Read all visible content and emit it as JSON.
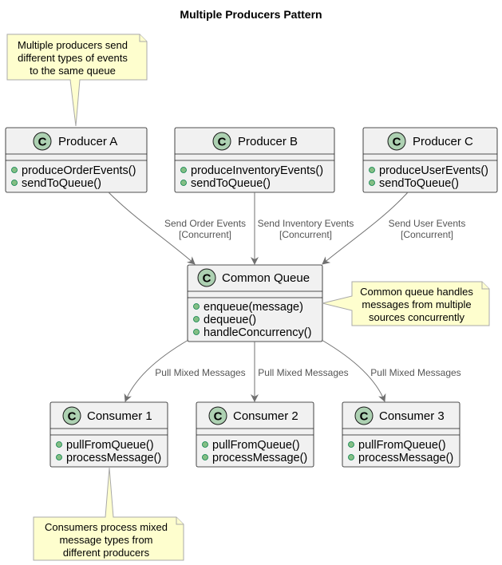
{
  "title": "Multiple Producers Pattern",
  "stereotype_letter": "C",
  "colors": {
    "class_fill": "#f1f1f1",
    "class_border": "#181818",
    "class_circle": "#add1b2",
    "member_bullet": "#84be84",
    "note_fill": "#fefece",
    "note_border": "#a9a9a9",
    "arrow": "#707070",
    "edge_label": "#555555"
  },
  "classes": {
    "producer_a": {
      "name": "Producer A",
      "members": [
        "produceOrderEvents()",
        "sendToQueue()"
      ]
    },
    "producer_b": {
      "name": "Producer B",
      "members": [
        "produceInventoryEvents()",
        "sendToQueue()"
      ]
    },
    "producer_c": {
      "name": "Producer C",
      "members": [
        "produceUserEvents()",
        "sendToQueue()"
      ]
    },
    "queue": {
      "name": "Common Queue",
      "members": [
        "enqueue(message)",
        "dequeue()",
        "handleConcurrency()"
      ]
    },
    "consumer_1": {
      "name": "Consumer 1",
      "members": [
        "pullFromQueue()",
        "processMessage()"
      ]
    },
    "consumer_2": {
      "name": "Consumer 2",
      "members": [
        "pullFromQueue()",
        "processMessage()"
      ]
    },
    "consumer_3": {
      "name": "Consumer 3",
      "members": [
        "pullFromQueue()",
        "processMessage()"
      ]
    }
  },
  "edges": {
    "a_to_queue": {
      "line1": "Send Order Events",
      "line2": "[Concurrent]"
    },
    "b_to_queue": {
      "line1": "Send Inventory Events",
      "line2": "[Concurrent]"
    },
    "c_to_queue": {
      "line1": "Send User Events",
      "line2": "[Concurrent]"
    },
    "queue_to_c1": {
      "label": "Pull Mixed Messages"
    },
    "queue_to_c2": {
      "label": "Pull Mixed Messages"
    },
    "queue_to_c3": {
      "label": "Pull Mixed Messages"
    }
  },
  "notes": {
    "producers": [
      "Multiple producers send",
      "different types of events",
      "to the same queue"
    ],
    "queue": [
      "Common queue handles",
      "messages from multiple",
      "sources concurrently"
    ],
    "consumers": [
      "Consumers process mixed",
      "message types from",
      "different producers"
    ]
  }
}
